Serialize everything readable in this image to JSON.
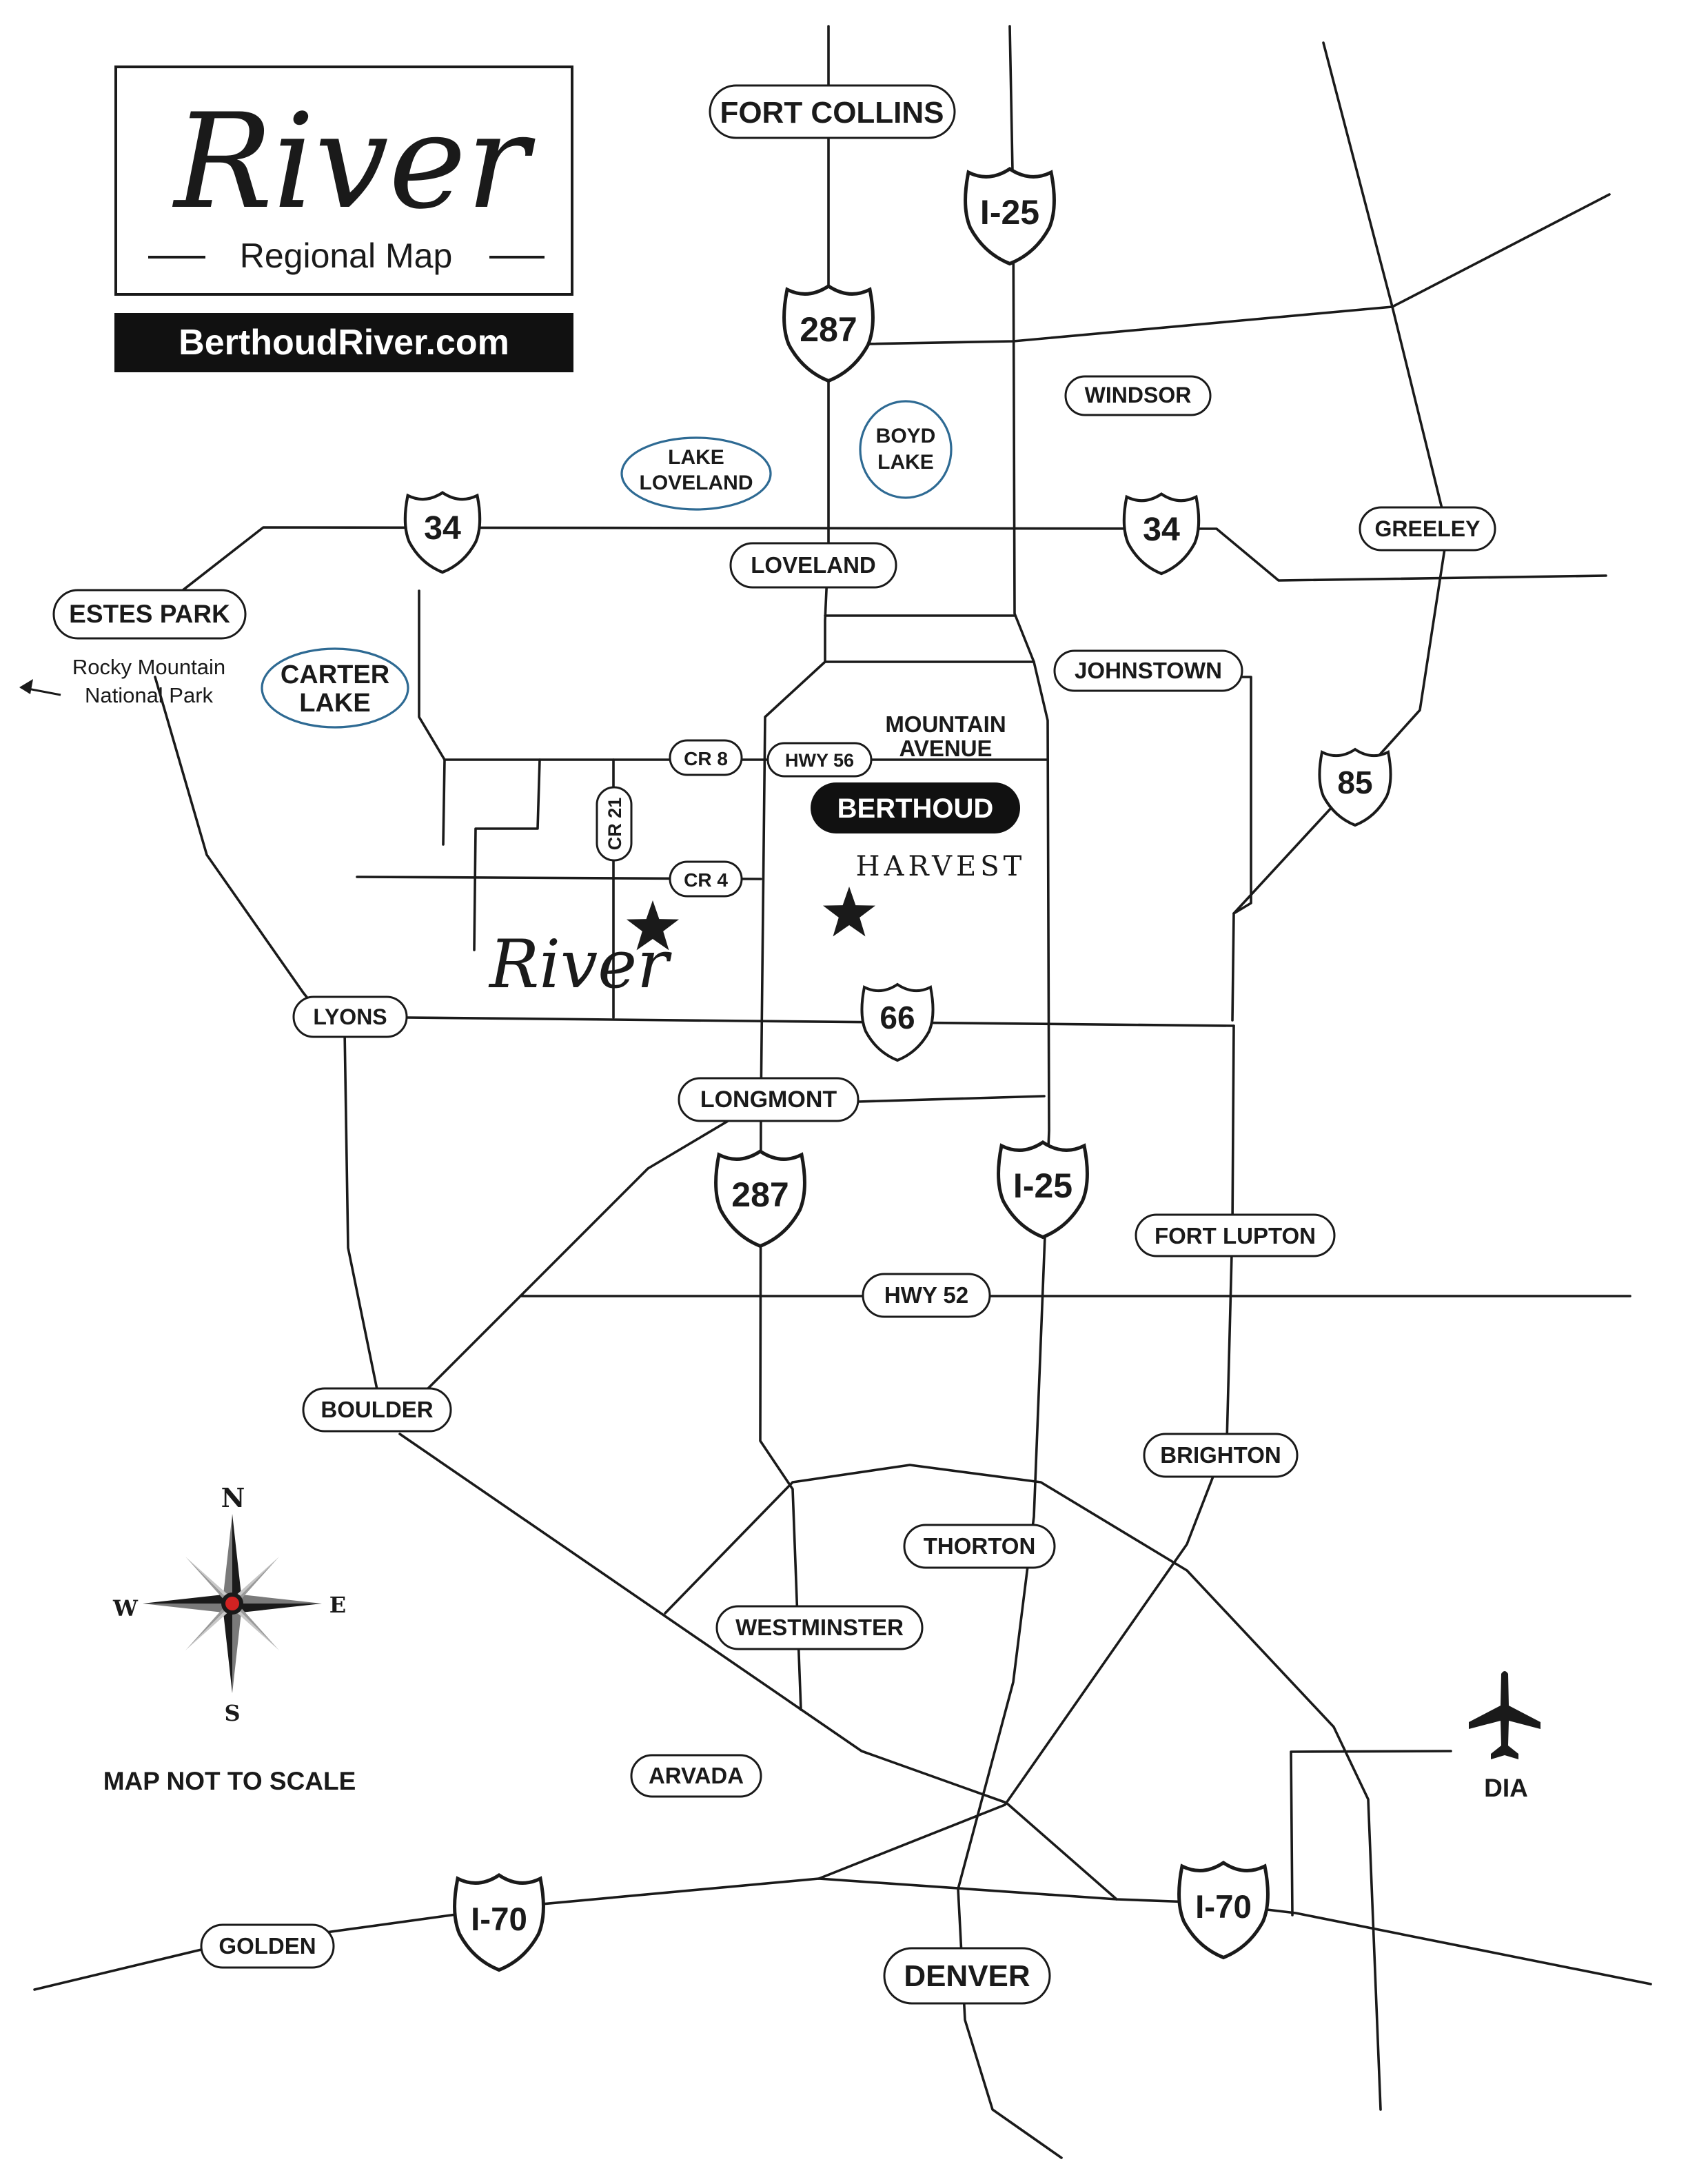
{
  "header": {
    "logo_script": "River",
    "subtitle": "Regional Map",
    "website": "BerthoudRiver.com"
  },
  "cities": {
    "fort_collins": "FORT COLLINS",
    "windsor": "WINDSOR",
    "greeley": "GREELEY",
    "loveland": "LOVELAND",
    "estes_park": "ESTES PARK",
    "johnstown": "JOHNSTOWN",
    "berthoud": "BERTHOUD",
    "lyons": "LYONS",
    "longmont": "LONGMONT",
    "fort_lupton": "FORT LUPTON",
    "boulder": "BOULDER",
    "brighton": "BRIGHTON",
    "thorton": "THORTON",
    "westminster": "WESTMINSTER",
    "arvada": "ARVADA",
    "golden": "GOLDEN",
    "denver": "DENVER"
  },
  "lakes": {
    "lake_loveland_1": "LAKE",
    "lake_loveland_2": "LOVELAND",
    "boyd_lake_1": "BOYD",
    "boyd_lake_2": "LAKE",
    "carter_lake_1": "CARTER",
    "carter_lake_2": "LAKE"
  },
  "roads": {
    "cr8": "CR 8",
    "hwy56": "HWY 56",
    "cr4": "CR 4",
    "cr21": "CR 21",
    "hwy52": "HWY 52",
    "mountain_avenue_1": "MOUNTAIN",
    "mountain_avenue_2": "AVENUE"
  },
  "shields": {
    "i25_north": "I-25",
    "i25_south": "I-25",
    "us287_north": "287",
    "us287_south": "287",
    "us34_west": "34",
    "us34_east": "34",
    "us85": "85",
    "sh66": "66",
    "i70_west": "I-70",
    "i70_east": "I-70"
  },
  "annotations": {
    "rmnp_1": "Rocky Mountain",
    "rmnp_2": "National Park",
    "harvest": "HARVEST",
    "river_marker": "River",
    "dia": "DIA",
    "not_to_scale": "MAP NOT TO SCALE"
  },
  "compass": {
    "n": "N",
    "s": "S",
    "e": "E",
    "w": "W"
  },
  "colors": {
    "road": "#1a1a1a",
    "lake_outline": "#2e6a93",
    "highlight_pill": "#111111",
    "compass_center": "#d32222"
  },
  "icons": [
    "star-marker-icon",
    "airplane-icon",
    "compass-rose-icon",
    "arrow-left-icon"
  ]
}
